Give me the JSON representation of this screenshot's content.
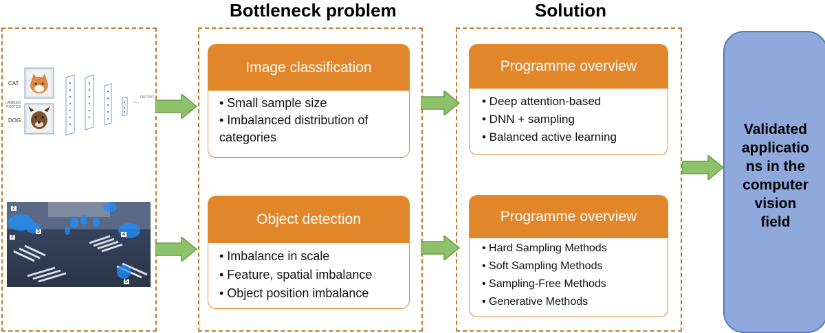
{
  "headings": {
    "bottleneck": "Bottleneck problem",
    "solution": "Solution"
  },
  "input_panel": {
    "label_cat": "CAT",
    "label_dog": "DOG",
    "label_labeled": "LABELED",
    "label_photos": "PHOTOS",
    "label_output": "OUTPUT",
    "detection_tags": [
      "2",
      "2",
      "3",
      "4",
      "5"
    ]
  },
  "problems": [
    {
      "title": "Image classification",
      "items": [
        "• Small sample size",
        "• Imbalanced distribution of",
        "categories"
      ]
    },
    {
      "title": "Object detection",
      "items": [
        "• Imbalance in scale",
        "• Feature, spatial imbalance",
        "• Object position imbalance"
      ]
    }
  ],
  "solutions": [
    {
      "title": "Programme overview",
      "items": [
        "• Deep attention-based",
        "• DNN + sampling",
        "• Balanced active learning"
      ]
    },
    {
      "title": "Programme overview",
      "items": [
        "• Hard Sampling Methods",
        "• Soft Sampling Methods",
        "• Sampling-Free Methods",
        "• Generative Methods"
      ]
    }
  ],
  "result": {
    "text": "Validated\napplicatio\nns in the\ncomputer\nvision\nfield"
  },
  "colors": {
    "orange": "#e2862a",
    "dashed_border": "#c07a30",
    "arrow_green": "#8dc26a",
    "result_blue": "#8fa9dc"
  }
}
